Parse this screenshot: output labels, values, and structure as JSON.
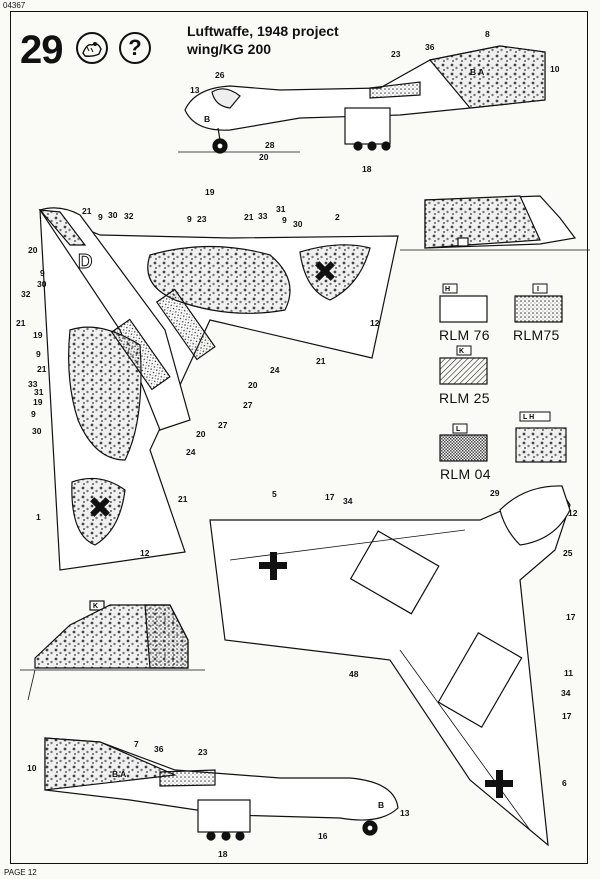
{
  "document": {
    "code": "04367",
    "page_label": "PAGE 12",
    "step_number": "29",
    "question_mark": "?",
    "title_line1": "Luftwaffe, 1948 project",
    "title_line2": "wing/KG 200"
  },
  "markings": {
    "code_letters": [
      "B",
      "A"
    ],
    "tail_letter": "D"
  },
  "swatches": [
    {
      "code": "H",
      "label": "RLM 76",
      "pattern": "plain"
    },
    {
      "code": "I",
      "label": "RLM75",
      "pattern": "dots"
    },
    {
      "code": "K",
      "label": "RLM 25",
      "pattern": "hatch"
    },
    {
      "code": "L",
      "label": "RLM 04",
      "pattern": "grid"
    },
    {
      "code": "L H",
      "label": "",
      "pattern": "mottle"
    }
  ],
  "callout_sets": {
    "top_side": [
      "8",
      "36",
      "23",
      "10",
      "26",
      "13",
      "28",
      "20",
      "18"
    ],
    "top_view_left": [
      "21",
      "9",
      "30",
      "32",
      "20",
      "9",
      "30",
      "32",
      "21",
      "19",
      "9",
      "21",
      "33",
      "31",
      "19",
      "9",
      "30",
      "1",
      "12"
    ],
    "top_view_right": [
      "19",
      "9",
      "23",
      "21",
      "33",
      "31",
      "9",
      "30",
      "2",
      "12",
      "21",
      "24",
      "20",
      "27",
      "20",
      "27",
      "24",
      "21"
    ],
    "bottom_view": [
      "5",
      "17",
      "34",
      "29",
      "12",
      "25",
      "17",
      "48",
      "11",
      "34",
      "17",
      "6"
    ],
    "fin_left": [
      "K"
    ],
    "bottom_side": [
      "7",
      "36",
      "23",
      "10",
      "13",
      "16",
      "18"
    ]
  }
}
